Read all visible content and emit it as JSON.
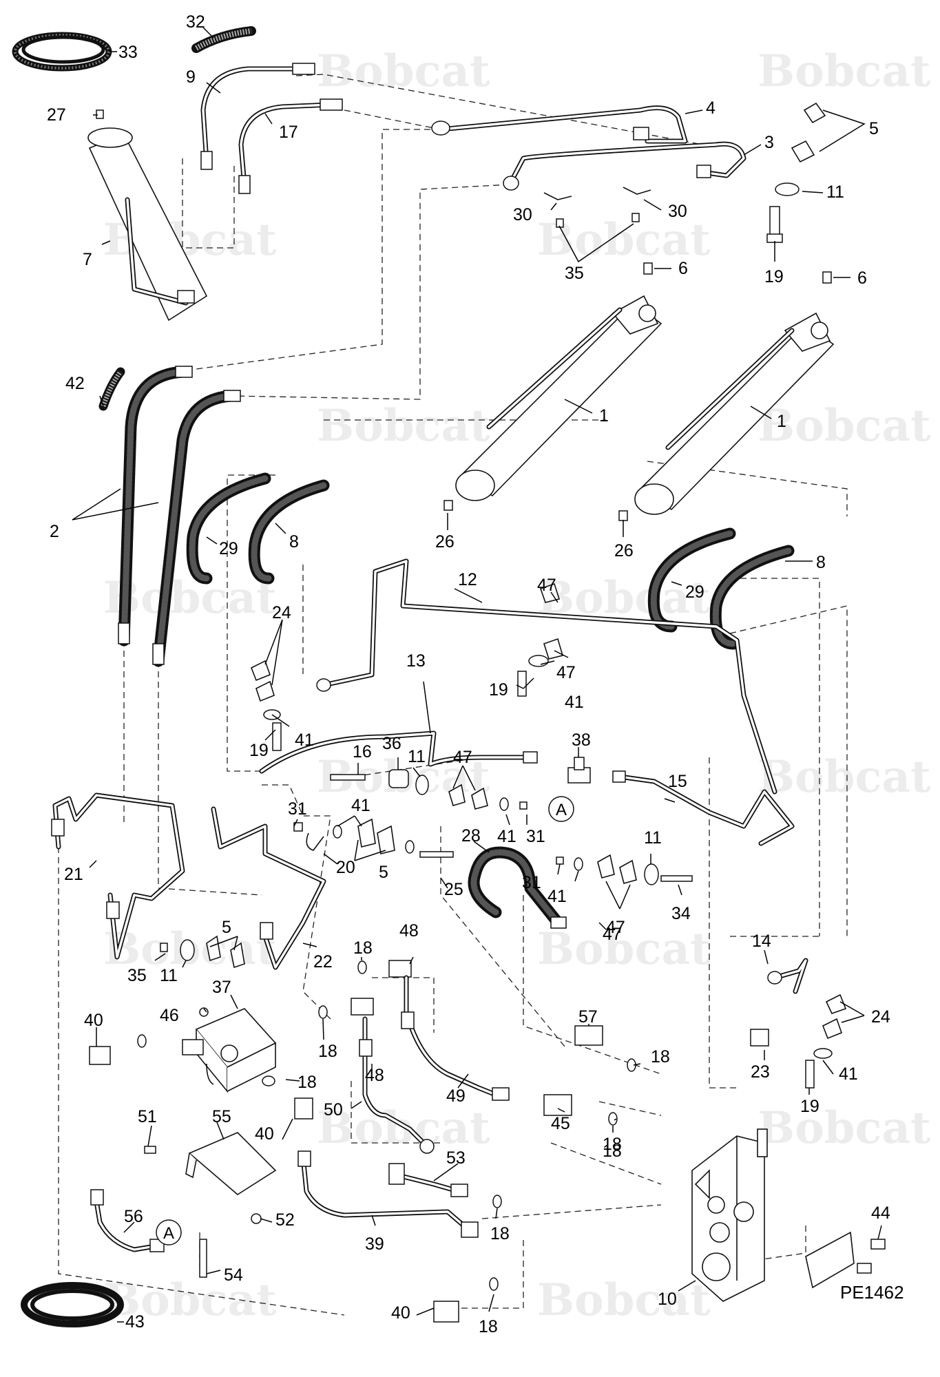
{
  "diagram": {
    "watermark": "Bobcat",
    "drawing_code": "PE1462",
    "callouts": [
      {
        "n": "33"
      },
      {
        "n": "32"
      },
      {
        "n": "9"
      },
      {
        "n": "17"
      },
      {
        "n": "4"
      },
      {
        "n": "27"
      },
      {
        "n": "5"
      },
      {
        "n": "3"
      },
      {
        "n": "11"
      },
      {
        "n": "30"
      },
      {
        "n": "30"
      },
      {
        "n": "35"
      },
      {
        "n": "7"
      },
      {
        "n": "19"
      },
      {
        "n": "6"
      },
      {
        "n": "6"
      },
      {
        "n": "42"
      },
      {
        "n": "1"
      },
      {
        "n": "1"
      },
      {
        "n": "2"
      },
      {
        "n": "29"
      },
      {
        "n": "8"
      },
      {
        "n": "26"
      },
      {
        "n": "26"
      },
      {
        "n": "8"
      },
      {
        "n": "29"
      },
      {
        "n": "12"
      },
      {
        "n": "47"
      },
      {
        "n": "24"
      },
      {
        "n": "47"
      },
      {
        "n": "41"
      },
      {
        "n": "19"
      },
      {
        "n": "41"
      },
      {
        "n": "13"
      },
      {
        "n": "19"
      },
      {
        "n": "38"
      },
      {
        "n": "36"
      },
      {
        "n": "16"
      },
      {
        "n": "11"
      },
      {
        "n": "47"
      },
      {
        "n": "15"
      },
      {
        "n": "31"
      },
      {
        "n": "41"
      },
      {
        "n": "41"
      },
      {
        "n": "31"
      },
      {
        "n": "20"
      },
      {
        "n": "5"
      },
      {
        "n": "28"
      },
      {
        "n": "11"
      },
      {
        "n": "25"
      },
      {
        "n": "21"
      },
      {
        "n": "31"
      },
      {
        "n": "41"
      },
      {
        "n": "47"
      },
      {
        "n": "34"
      },
      {
        "n": "5"
      },
      {
        "n": "47"
      },
      {
        "n": "22"
      },
      {
        "n": "35"
      },
      {
        "n": "11"
      },
      {
        "n": "18"
      },
      {
        "n": "48"
      },
      {
        "n": "14"
      },
      {
        "n": "37"
      },
      {
        "n": "40"
      },
      {
        "n": "46"
      },
      {
        "n": "18"
      },
      {
        "n": "24"
      },
      {
        "n": "18"
      },
      {
        "n": "48"
      },
      {
        "n": "57"
      },
      {
        "n": "18"
      },
      {
        "n": "18"
      },
      {
        "n": "41"
      },
      {
        "n": "49"
      },
      {
        "n": "50"
      },
      {
        "n": "23"
      },
      {
        "n": "51"
      },
      {
        "n": "55"
      },
      {
        "n": "40"
      },
      {
        "n": "45"
      },
      {
        "n": "18"
      },
      {
        "n": "19"
      },
      {
        "n": "53"
      },
      {
        "n": "56"
      },
      {
        "n": "52"
      },
      {
        "n": "18"
      },
      {
        "n": "44"
      },
      {
        "n": "39"
      },
      {
        "n": "54"
      },
      {
        "n": "10"
      },
      {
        "n": "40"
      },
      {
        "n": "18"
      },
      {
        "n": "43"
      }
    ],
    "circle_refs": [
      {
        "letter": "A"
      },
      {
        "letter": "A"
      }
    ]
  }
}
